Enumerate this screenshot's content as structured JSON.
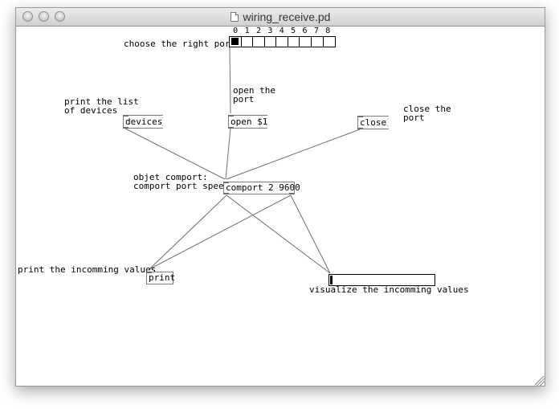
{
  "window": {
    "title": "wiring_receive.pd",
    "icons": {
      "close": "close-window-icon",
      "minimize": "minimize-window-icon",
      "zoom": "zoom-window-icon",
      "document": "document-icon",
      "resize": "resize-grip-icon"
    }
  },
  "comments": {
    "choose_port": "choose the right port",
    "open_port": "open the\nport",
    "print_list": "print the list\nof devices",
    "close_port": "close the\nport",
    "comport_desc": "objet comport:\ncomport port speed",
    "print_values": "print the incomming values",
    "visualize_values": "visualize the incomming values"
  },
  "radio": {
    "labels": [
      "0",
      "1",
      "2",
      "3",
      "4",
      "5",
      "6",
      "7",
      "8"
    ],
    "selected_index": 0
  },
  "messages": {
    "devices": "devices",
    "open": "open $1",
    "close": "close"
  },
  "objects": {
    "comport": "comport 2 9600",
    "print": "print"
  },
  "slider": {
    "value": 0
  }
}
